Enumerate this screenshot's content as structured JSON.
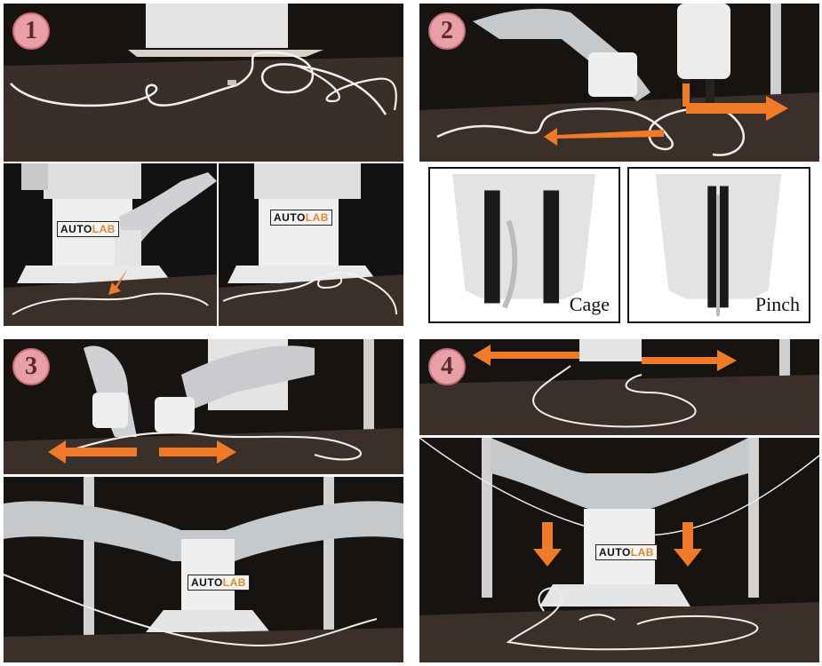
{
  "steps": [
    {
      "number": "1"
    },
    {
      "number": "2"
    },
    {
      "number": "3"
    },
    {
      "number": "4"
    }
  ],
  "gripper_modes": {
    "cage": "Cage",
    "pinch": "Pinch"
  },
  "robot_logo": {
    "prefix": "AUTO",
    "suffix": "LAB"
  },
  "colors": {
    "arrow": "#f07a28",
    "badge_fill": "#e8a0a6",
    "badge_border": "#c76f78",
    "table": "#3c3129",
    "backdrop": "#171410",
    "robot": "#e6e6e6",
    "cable": "#f0f0f0"
  }
}
